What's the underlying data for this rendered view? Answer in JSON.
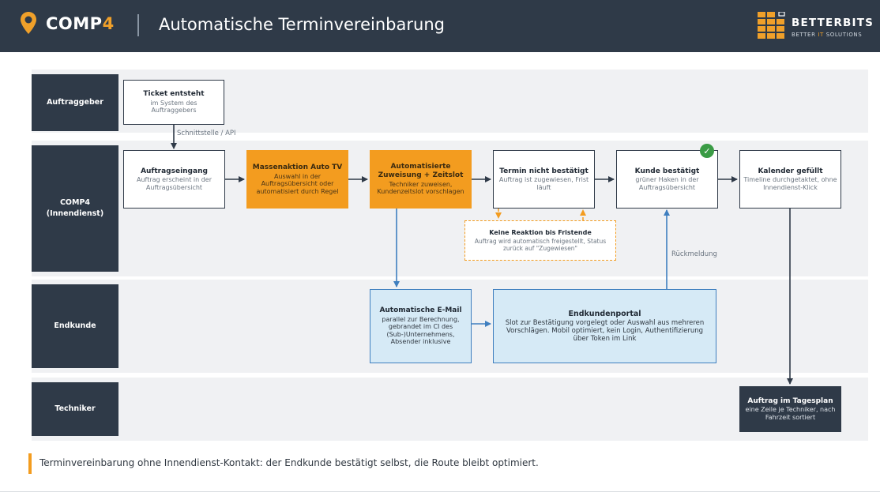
{
  "header": {
    "brand_main": "COMP",
    "brand_accent": "4",
    "title": "Automatische Terminvereinbarung",
    "partner_name": "BETTERBITS",
    "partner_tag_pre": "BETTER ",
    "partner_tag_accent": "IT",
    "partner_tag_post": " SOLUTIONS"
  },
  "lanes": {
    "auftraggeber": "Auftraggeber",
    "comp4": "COMP4\n(Innendienst)",
    "endkunde": "Endkunde",
    "techniker": "Techniker"
  },
  "nodes": {
    "ticket": {
      "title": "Ticket entsteht",
      "desc": "im System des Auftraggebers"
    },
    "auftragseingang": {
      "title": "Auftragseingang",
      "desc": "Auftrag erscheint in der Auftragsübersicht"
    },
    "massenaktion": {
      "title": "Massenaktion Auto TV",
      "desc": "Auswahl in der Auftragsübersicht oder automatisiert durch Regel"
    },
    "zuweisung": {
      "title": "Automatisierte Zuweisung + Zeitslot",
      "desc": "Techniker zuweisen, Kundenzeitslot vorschlagen"
    },
    "termin": {
      "title": "Termin nicht bestätigt",
      "desc": "Auftrag ist zugewiesen, Frist läuft"
    },
    "kunde": {
      "title": "Kunde bestätigt",
      "desc": "grüner Haken in der Auftragsübersicht"
    },
    "kalender": {
      "title": "Kalender gefüllt",
      "desc": "Timeline durchgetaktet, ohne Innendienst-Klick"
    },
    "keine_reaktion": {
      "title": "Keine Reaktion bis Fristende",
      "desc": "Auftrag wird automatisch freigestellt, Status zurück auf \"Zugewiesen\""
    },
    "email": {
      "title": "Automatische E-Mail",
      "desc": "parallel zur Berechnung, gebrandet im CI des (Sub-)Unternehmens, Absender inklusive"
    },
    "portal": {
      "title": "Endkundenportal",
      "desc": "Slot zur Bestätigung vorgelegt oder Auswahl aus mehreren Vorschlägen. Mobil optimiert, kein Login, Authentifizierung über Token im Link"
    },
    "tagesplan": {
      "title": "Auftrag im Tagesplan",
      "desc": "eine Zeile je Techniker, nach Fahrzeit sortiert"
    }
  },
  "edge_labels": {
    "schnittstelle": "Schnittstelle / API",
    "rueckmeldung": "Rückmeldung"
  },
  "check_symbol": "✓",
  "footer": {
    "text": "Terminvereinbarung ohne Innendienst-Kontakt: der Endkunde bestätigt selbst, die Route bleibt optimiert."
  },
  "colors": {
    "navy": "#2f3a48",
    "orange": "#f39c1f",
    "blue_fill": "#d6eaf6",
    "blue_line": "#3f7fbf",
    "green": "#3a9b45"
  }
}
